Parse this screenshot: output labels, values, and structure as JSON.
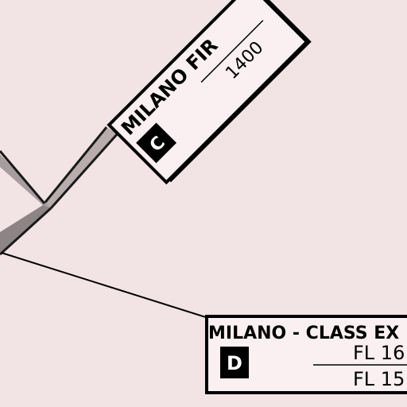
{
  "map": {
    "background": "#f2e3e4",
    "boundary_color": "#b3a6a7",
    "line_color": "#000000"
  },
  "fir_label": {
    "name": "MILANO FIR",
    "airspace_class": "C",
    "level": "1400"
  },
  "cta_label": {
    "name": "MILANO - CLASS EX",
    "airspace_class": "D",
    "upper_level": "FL 16",
    "lower_level": "FL 15"
  }
}
